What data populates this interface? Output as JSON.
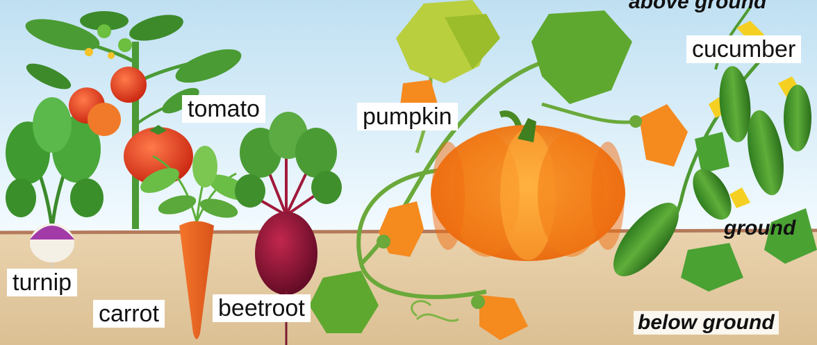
{
  "zones": {
    "above_ground": "above ground",
    "ground": "ground",
    "below_ground": "below ground"
  },
  "plants": {
    "tomato": "tomato",
    "pumpkin": "pumpkin",
    "cucumber": "cucumber",
    "turnip": "turnip",
    "carrot": "carrot",
    "beetroot": "beetroot"
  },
  "colors": {
    "sky_top": "#cfe8f5",
    "sky_bottom": "#ffffff",
    "soil": "#e6cfa9",
    "ground_line": "#b47a5a"
  }
}
